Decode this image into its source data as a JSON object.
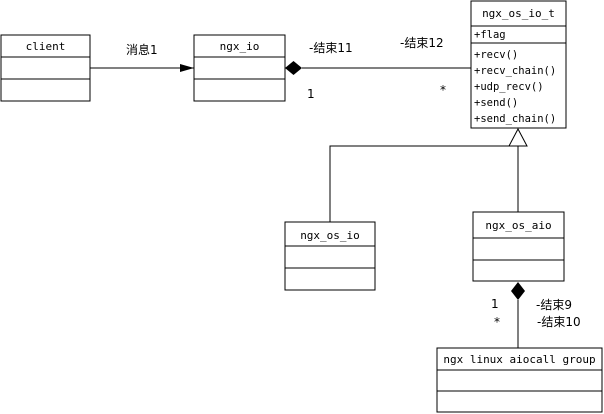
{
  "classes": {
    "client": {
      "name": "client"
    },
    "ngx_io": {
      "name": "ngx_io"
    },
    "ngx_os_io_t": {
      "name": "ngx_os_io_t",
      "attributes": [
        "+flag"
      ],
      "methods": [
        "+recv()",
        "+recv_chain()",
        "+udp_recv()",
        "+send()",
        "+send_chain()"
      ]
    },
    "ngx_os_io": {
      "name": "ngx_os_io"
    },
    "ngx_os_aio": {
      "name": "ngx_os_aio"
    },
    "ngx_linux_aiocall_group": {
      "name": "ngx linux aiocall group"
    }
  },
  "relations": {
    "client_to_io": {
      "label": "消息1"
    },
    "io_to_os_io_t": {
      "label_a": "-结束11",
      "label_b": "-结束12",
      "mult_a": "1",
      "mult_b": "*"
    },
    "aio_to_group": {
      "label_a": "-结束9",
      "label_b": "-结束10",
      "mult_a": "1",
      "mult_b": "*"
    }
  },
  "colors": {
    "line": "#000000",
    "fill": "#ffffff"
  }
}
